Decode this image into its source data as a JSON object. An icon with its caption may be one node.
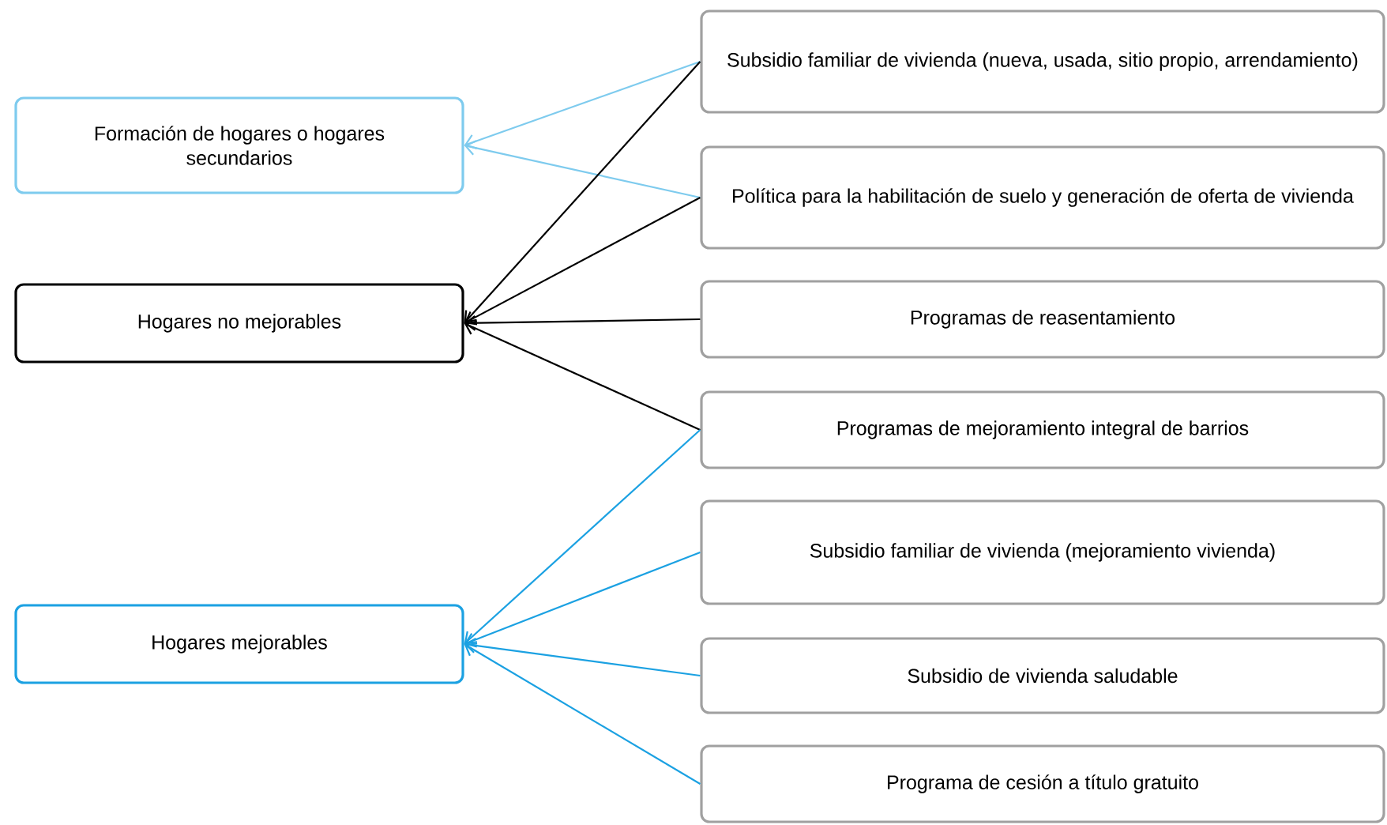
{
  "diagram": {
    "nodes": [
      {
        "text": [
          "Formación de hogares o hogares secundarios"
        ]
      },
      {
        "text": [
          "Hogares no mejorables"
        ]
      },
      {
        "text": [
          "Hogares mejorables"
        ]
      },
      {
        "text": [
          "Subsidio familiar de vivienda (nueva, usada, sitio propio, arrendamiento)"
        ]
      },
      {
        "text": [
          "Política para la habilitación de suelo y generación de oferta de vivienda"
        ]
      },
      {
        "text": [
          "Programas de reasentamiento"
        ]
      },
      {
        "text": [
          "Programas de mejoramiento integral de barrios"
        ]
      },
      {
        "text": [
          "Subsidio familiar de vivienda (mejoramiento vivienda)"
        ]
      },
      {
        "text": [
          "Subsidio de vivienda saludable"
        ]
      },
      {
        "text": [
          "Programa de cesión a título gratuito"
        ]
      }
    ],
    "edges": [
      {
        "from": 3,
        "to": 0,
        "arrow": "to",
        "color": "#7ecbee"
      },
      {
        "from": 4,
        "to": 0,
        "arrow": "to",
        "color": "#7ecbee"
      },
      {
        "from": 3,
        "to": 1,
        "arrow": "to",
        "color": "#000000"
      },
      {
        "from": 4,
        "to": 1,
        "arrow": "to",
        "color": "#000000"
      },
      {
        "from": 5,
        "to": 1,
        "arrow": "to",
        "color": "#000000"
      },
      {
        "from": 6,
        "to": 1,
        "arrow": "to",
        "color": "#000000"
      },
      {
        "from": 6,
        "to": 2,
        "arrow": "to",
        "color": "#1ba1e2"
      },
      {
        "from": 7,
        "to": 2,
        "arrow": "to",
        "color": "#1ba1e2"
      },
      {
        "from": 8,
        "to": 2,
        "arrow": "to",
        "color": "#1ba1e2"
      },
      {
        "from": 9,
        "to": 2,
        "arrow": "to",
        "color": "#1ba1e2"
      }
    ]
  }
}
